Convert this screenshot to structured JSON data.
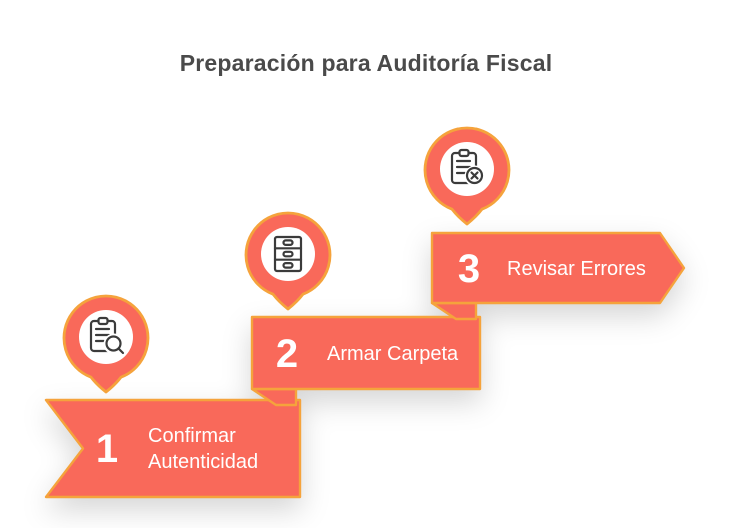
{
  "title": "Preparación para Auditoría Fiscal",
  "colors": {
    "coral": "#F9695A",
    "orange": "#F5A33C",
    "title_gray": "#4A4A4A",
    "icon_dark": "#3B3B3B",
    "label_white": "#FFFFFF",
    "background": "#FFFFFF"
  },
  "steps": [
    {
      "number": "1",
      "label_lines": [
        "Confirmar",
        "Autenticidad"
      ],
      "icon": "clipboard-search-icon"
    },
    {
      "number": "2",
      "label_lines": [
        "Armar Carpeta"
      ],
      "icon": "drawer-cabinet-icon"
    },
    {
      "number": "3",
      "label_lines": [
        "Revisar Errores"
      ],
      "icon": "clipboard-error-icon"
    }
  ]
}
